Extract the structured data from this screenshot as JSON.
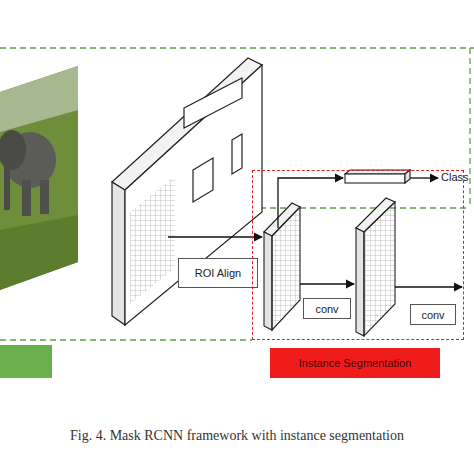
{
  "diagram": {
    "caption": "Fig. 4. Mask RCNN framework with instance segmentation",
    "nodes": [
      {
        "text": [
          "ROI Align"
        ]
      },
      {
        "text": [
          "Instance Segmentation"
        ]
      },
      {
        "text": [
          "conv"
        ],
        "in": 1
      },
      {
        "text": [
          "conv"
        ],
        "in": 1
      }
    ],
    "labels": [
      "Class"
    ]
  }
}
